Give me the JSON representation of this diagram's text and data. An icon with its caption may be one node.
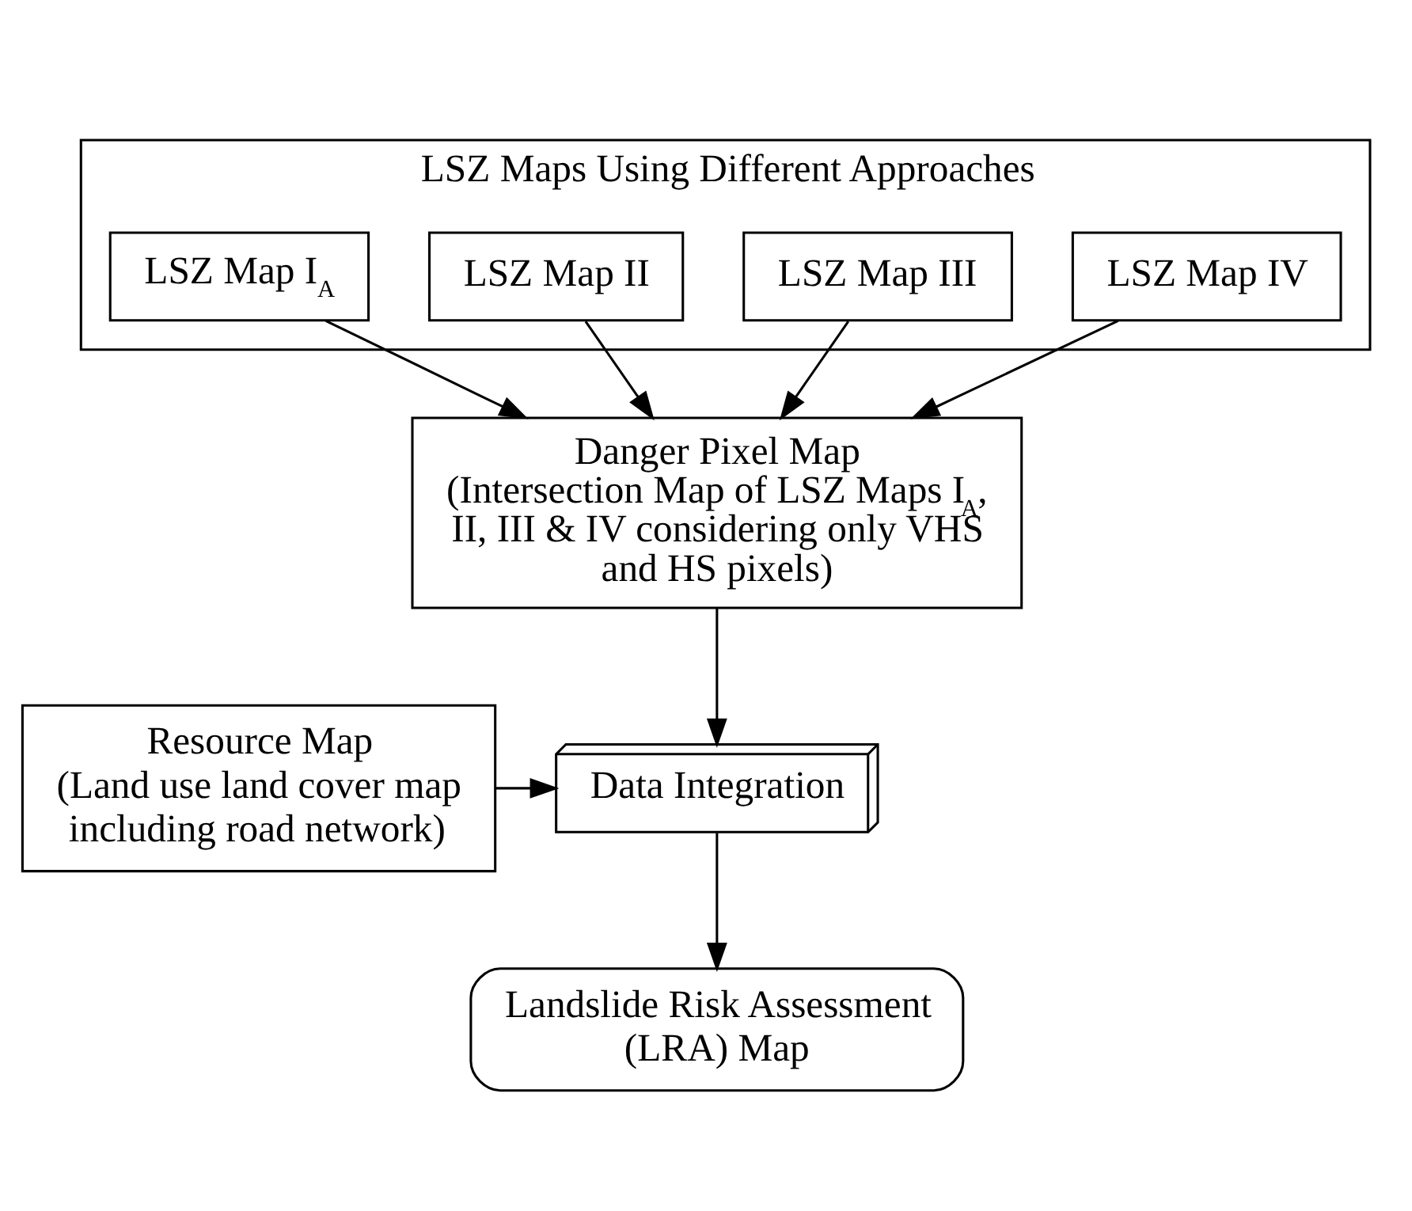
{
  "diagram": {
    "nodes": [
      {
        "text": [
          "LSZ Maps Using Different Approaches"
        ]
      },
      {
        "text": [
          "LSZ Map I$_{A}$"
        ],
        "in": 0
      },
      {
        "text": [
          "LSZ Map II"
        ],
        "in": 0
      },
      {
        "text": [
          "LSZ Map III"
        ],
        "in": 0
      },
      {
        "text": [
          "LSZ Map IV"
        ],
        "in": 0
      },
      {
        "text": [
          "Danger Pixel Map",
          "(Intersection Map of LSZ Maps I$_{A}$, II, III & IV considering only VHS and HS pixels)"
        ]
      },
      {
        "text": [
          "Resource Map",
          "(Land use land cover map including road network)"
        ]
      },
      {
        "text": [
          "Data Integration"
        ]
      },
      {
        "text": [
          "Landslide Risk Assessment (LRA) Map"
        ]
      }
    ],
    "edges": [
      {
        "from": 1,
        "to": 5,
        "arrow": "to"
      },
      {
        "from": 2,
        "to": 5,
        "arrow": "to"
      },
      {
        "from": 3,
        "to": 5,
        "arrow": "to"
      },
      {
        "from": 4,
        "to": 5,
        "arrow": "to"
      },
      {
        "from": 5,
        "to": 7,
        "arrow": "to"
      },
      {
        "from": 6,
        "to": 7,
        "arrow": "to"
      },
      {
        "from": 7,
        "to": 8,
        "arrow": "to"
      }
    ]
  }
}
